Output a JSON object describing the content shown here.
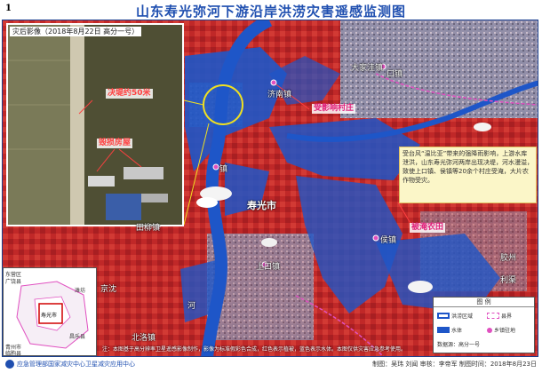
{
  "page_number": "1",
  "title": "山东寿光弥河下游沿岸洪涝灾害遥感监测图",
  "inset": {
    "header": "灾后影像（2018年8月22日 高分一号）",
    "levee_breach_label": "决堤约50米",
    "damaged_houses_label": "毁损房屋"
  },
  "map_labels": {
    "affected_village": "受影响村庄",
    "flooded_farmland": "被淹农田",
    "shouguang_city": "寿光市",
    "dajiawa_town": "大家洼镇",
    "jinan_town": "济南镇",
    "kou_town": "口镇",
    "hou_town": "侯镇",
    "tianliu_town": "田柳镇",
    "shangkou_town": "上口镇",
    "beiluo_town": "北洛镇",
    "he_label": "河",
    "jiaozhou": "胶州",
    "jingshen": "京沈",
    "liqi": "利渠",
    "town_label": "镇"
  },
  "note_text": "受台风“温比亚”带来的强降雨影响，上游水库泄洪，山东寿光弥河两岸出现决堤，河水漫溢，致使上口镇、侯镇等20余个村庄受淹，大片农作物受灾。",
  "location_map": {
    "labels": [
      "东营区",
      "广饶县",
      "寿光市",
      "青州市",
      "临朐县",
      "昌乐县",
      "潍坊"
    ]
  },
  "legend": {
    "title": "图 例",
    "items": [
      "洪涝区域",
      "县界",
      "水体",
      "乡镇驻地"
    ]
  },
  "data_note": "注：本图基于高分辨率卫星遥感影像制作，影像为标准假彩色合成，红色表示植被，蓝色表示水体。本图仅供灾害应急参考使用。",
  "scale_text": "数据源：高分一号",
  "footer": {
    "left": "应急管理部国家减灾中心卫星减灾应用中心",
    "right": "制图：吴玮 刘闻 审核：李帝军 制图时间：2018年8月23日"
  },
  "colors": {
    "water": "#1e56c8",
    "vegetation": "#c82a2a",
    "urban": "#8fa7c8",
    "title": "#1f4fb0"
  }
}
